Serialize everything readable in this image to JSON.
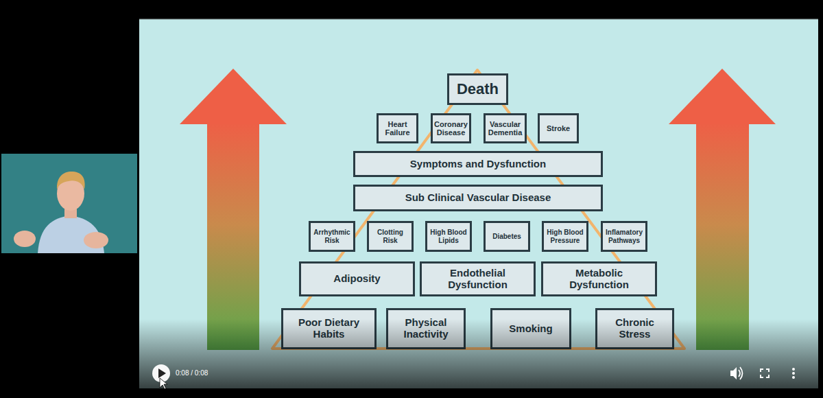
{
  "diagram": {
    "nodes": [
      {
        "text": [
          "Death"
        ]
      },
      {
        "text": [
          "Heart Failure"
        ]
      },
      {
        "text": [
          "Coronary Disease"
        ]
      },
      {
        "text": [
          "Vascular Dementia"
        ]
      },
      {
        "text": [
          "Stroke"
        ]
      },
      {
        "text": [
          "Symptoms and Dysfunction"
        ]
      },
      {
        "text": [
          "Sub Clinical Vascular Disease"
        ]
      },
      {
        "text": [
          "Arrhythmic Risk"
        ]
      },
      {
        "text": [
          "Clotting Risk"
        ]
      },
      {
        "text": [
          "High Blood Lipids"
        ]
      },
      {
        "text": [
          "Diabetes"
        ]
      },
      {
        "text": [
          "High Blood Pressure"
        ]
      },
      {
        "text": [
          "Inflamatory Pathways"
        ]
      },
      {
        "text": [
          "Adiposity"
        ]
      },
      {
        "text": [
          "Endothelial Dysfunction"
        ]
      },
      {
        "text": [
          "Metabolic Dysfunction"
        ]
      },
      {
        "text": [
          "Poor Dietary Habits"
        ]
      },
      {
        "text": [
          "Physical Inactivity"
        ]
      },
      {
        "text": [
          "Smoking"
        ]
      },
      {
        "text": [
          "Chronic Stress"
        ]
      }
    ],
    "labels": [
      "0:08 / 0:08"
    ]
  }
}
